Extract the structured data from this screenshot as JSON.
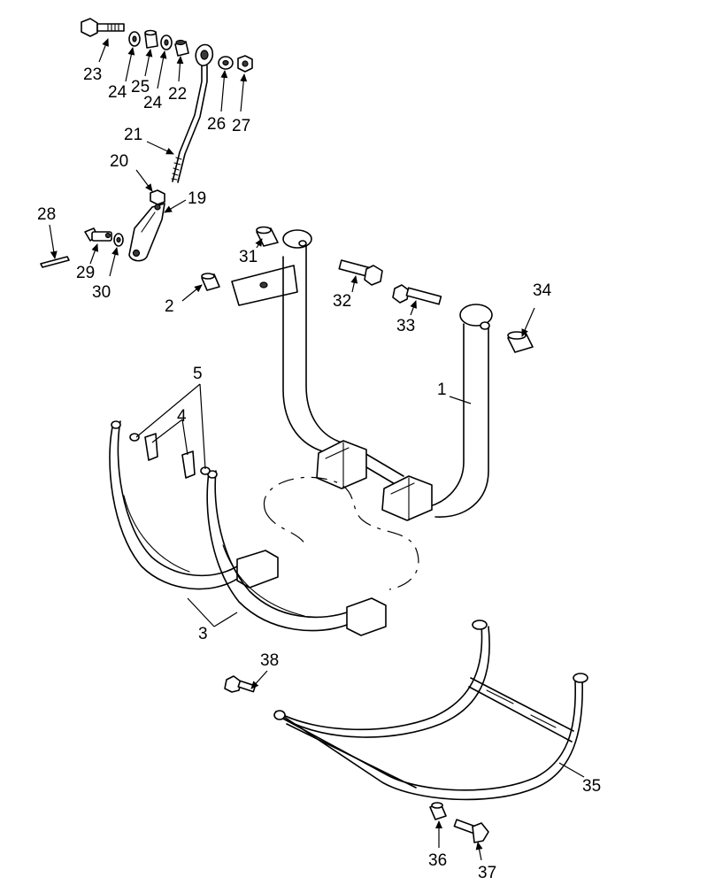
{
  "callouts": {
    "c1": "1",
    "c2": "2",
    "c3": "3",
    "c4": "4",
    "c5": "5",
    "c19": "19",
    "c20": "20",
    "c21": "21",
    "c22": "22",
    "c23": "23",
    "c24a": "24",
    "c24b": "24",
    "c25": "25",
    "c26": "26",
    "c27": "27",
    "c28": "28",
    "c29": "29",
    "c30": "30",
    "c31": "31",
    "c32": "32",
    "c33": "33",
    "c34": "34",
    "c35": "35",
    "c36": "36",
    "c37": "37",
    "c38": "38"
  }
}
